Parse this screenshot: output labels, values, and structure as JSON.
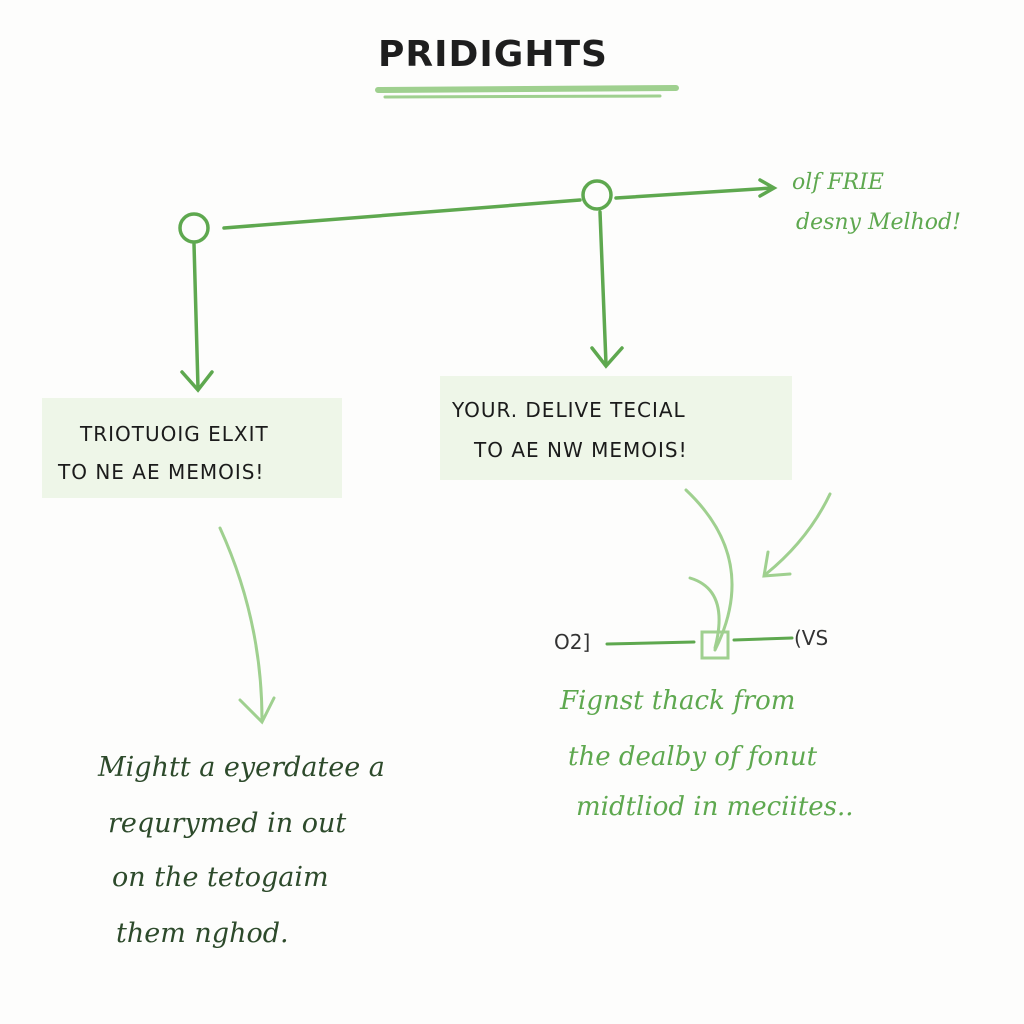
{
  "title": "PRIDIGHTS",
  "side_note": {
    "line1": "olf FRIE",
    "line2": "desny Melhod!"
  },
  "box_left": {
    "line1": "TRIOTUOIG ELXIT",
    "line2": "TO ne ae MEMOIS!"
  },
  "box_right": {
    "line1": "Your. DELIVE TECIAL",
    "line2": "TO ae NW MEMOIS!"
  },
  "connector": {
    "left_label": "O2]",
    "right_label": "(VS"
  },
  "note_right": {
    "line1": "Fignst thack from",
    "line2": "the dealby of fonut",
    "line3": "midtliod in meciites.."
  },
  "note_left": {
    "line1": "Mightt a eyerdatee a",
    "line2": "requrymed in out",
    "line3": "on the tetogaim",
    "line4": "them nghod."
  },
  "colors": {
    "accent": "#5ea84f",
    "light_accent": "#9fd08f",
    "note_bg": "#eef6e8",
    "ink": "#1e1e1e"
  }
}
